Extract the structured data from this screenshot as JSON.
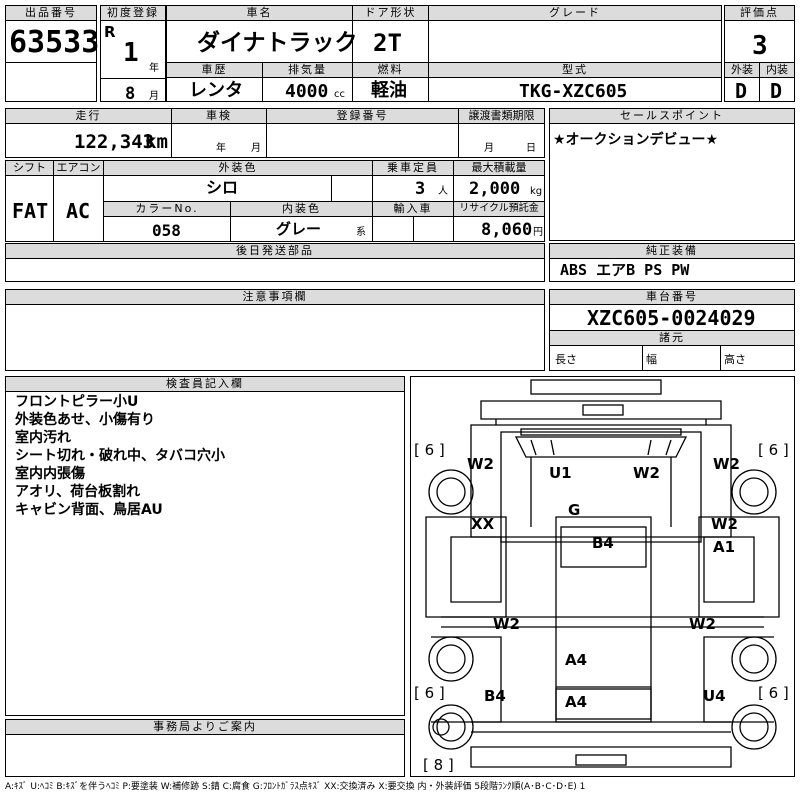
{
  "header": {
    "lot_label": "出品番号",
    "lot_number": "63533",
    "first_reg_label": "初度登録",
    "era": "R",
    "reg_year": "1",
    "year_unit": "年",
    "reg_month": "8",
    "month_unit": "月",
    "car_name_label": "車名",
    "car_name": "ダイナトラック",
    "door_label": "ドア形状",
    "door": "2T",
    "grade_label": "グレード",
    "grade": "",
    "score_label": "評価点",
    "score": "3",
    "history_label": "車歴",
    "history": "レンタ",
    "displacement_label": "排気量",
    "displacement": "4000",
    "displacement_unit": "cc",
    "fuel_label": "燃料",
    "fuel": "軽油",
    "model_label": "型式",
    "model": "TKG-XZC605",
    "ext_grade_label": "外装",
    "ext_grade": "D",
    "int_grade_label": "内装",
    "int_grade": "D"
  },
  "row2": {
    "mileage_label": "走行",
    "mileage": "122,343",
    "mileage_unit": "km",
    "inspection_label": "車検",
    "insp_year_unit": "年",
    "insp_month_unit": "月",
    "plate_label": "登録番号",
    "transfer_label": "譲渡書類期限",
    "transfer_month": "月",
    "transfer_day": "日",
    "selling_label": "セールスポイント",
    "selling_text": "★オークションデビュー★"
  },
  "row3": {
    "shift_label": "シフト",
    "shift": "FAT",
    "ac_label": "エアコン",
    "ac": "AC",
    "color_label": "外装色",
    "color": "シロ",
    "capacity_label": "乗車定員",
    "capacity": "3",
    "capacity_unit": "人",
    "load_label": "最大積載量",
    "load": "2,000",
    "load_unit": "kg",
    "color_no_label": "カラーNo.",
    "color_no": "058",
    "interior_color_label": "内装色",
    "interior_color": "グレー",
    "interior_color_suffix": "系",
    "import_label": "輸入車",
    "recycle_label": "リサイクル預託金",
    "recycle": "8,060",
    "recycle_unit": "円",
    "later_parts_label": "後日発送部品",
    "genuine_label": "純正装備",
    "genuine": "ABS エアB PS PW"
  },
  "row4": {
    "caution_label": "注意事項欄",
    "chassis_label": "車台番号",
    "chassis": "XZC605-0024029",
    "specs_label": "諸元",
    "length_label": "長さ",
    "width_label": "幅",
    "height_label": "高さ"
  },
  "inspector": {
    "label": "検査員記入欄",
    "notes": [
      "フロントピラー小U",
      "外装色あせ、小傷有り",
      "室内汚れ",
      "シート切れ・破れ中、タバコ穴小",
      "室内内張傷",
      "アオリ、荷台板割れ",
      "キャビン背面、鳥居AU"
    ]
  },
  "office": {
    "label": "事務局よりご案内"
  },
  "diagram": {
    "marks": [
      "W2",
      "U1",
      "W2",
      "W2",
      "G",
      "XX",
      "W2",
      "B4",
      "A1",
      "W2",
      "W2",
      "A4",
      "B4",
      "A4",
      "U4"
    ],
    "tires": [
      "[ 6 ]",
      "[ 6 ]",
      "[ 6 ]",
      "[ 6 ]",
      "[ 8 ]"
    ]
  },
  "legend": "A:ｷｽﾞ U:ﾍｺﾐ B:ｷｽﾞを伴うﾍｺﾐ P:要塗装 W:補修跡 S:錆 C:腐食 G:ﾌﾛﾝﾄｶﾞﾗｽ点ｷｽﾞ XX:交換済み X:要交換 内・外装評価 5段階ﾗﾝｸ順(A･B･C･D･E) 1"
}
